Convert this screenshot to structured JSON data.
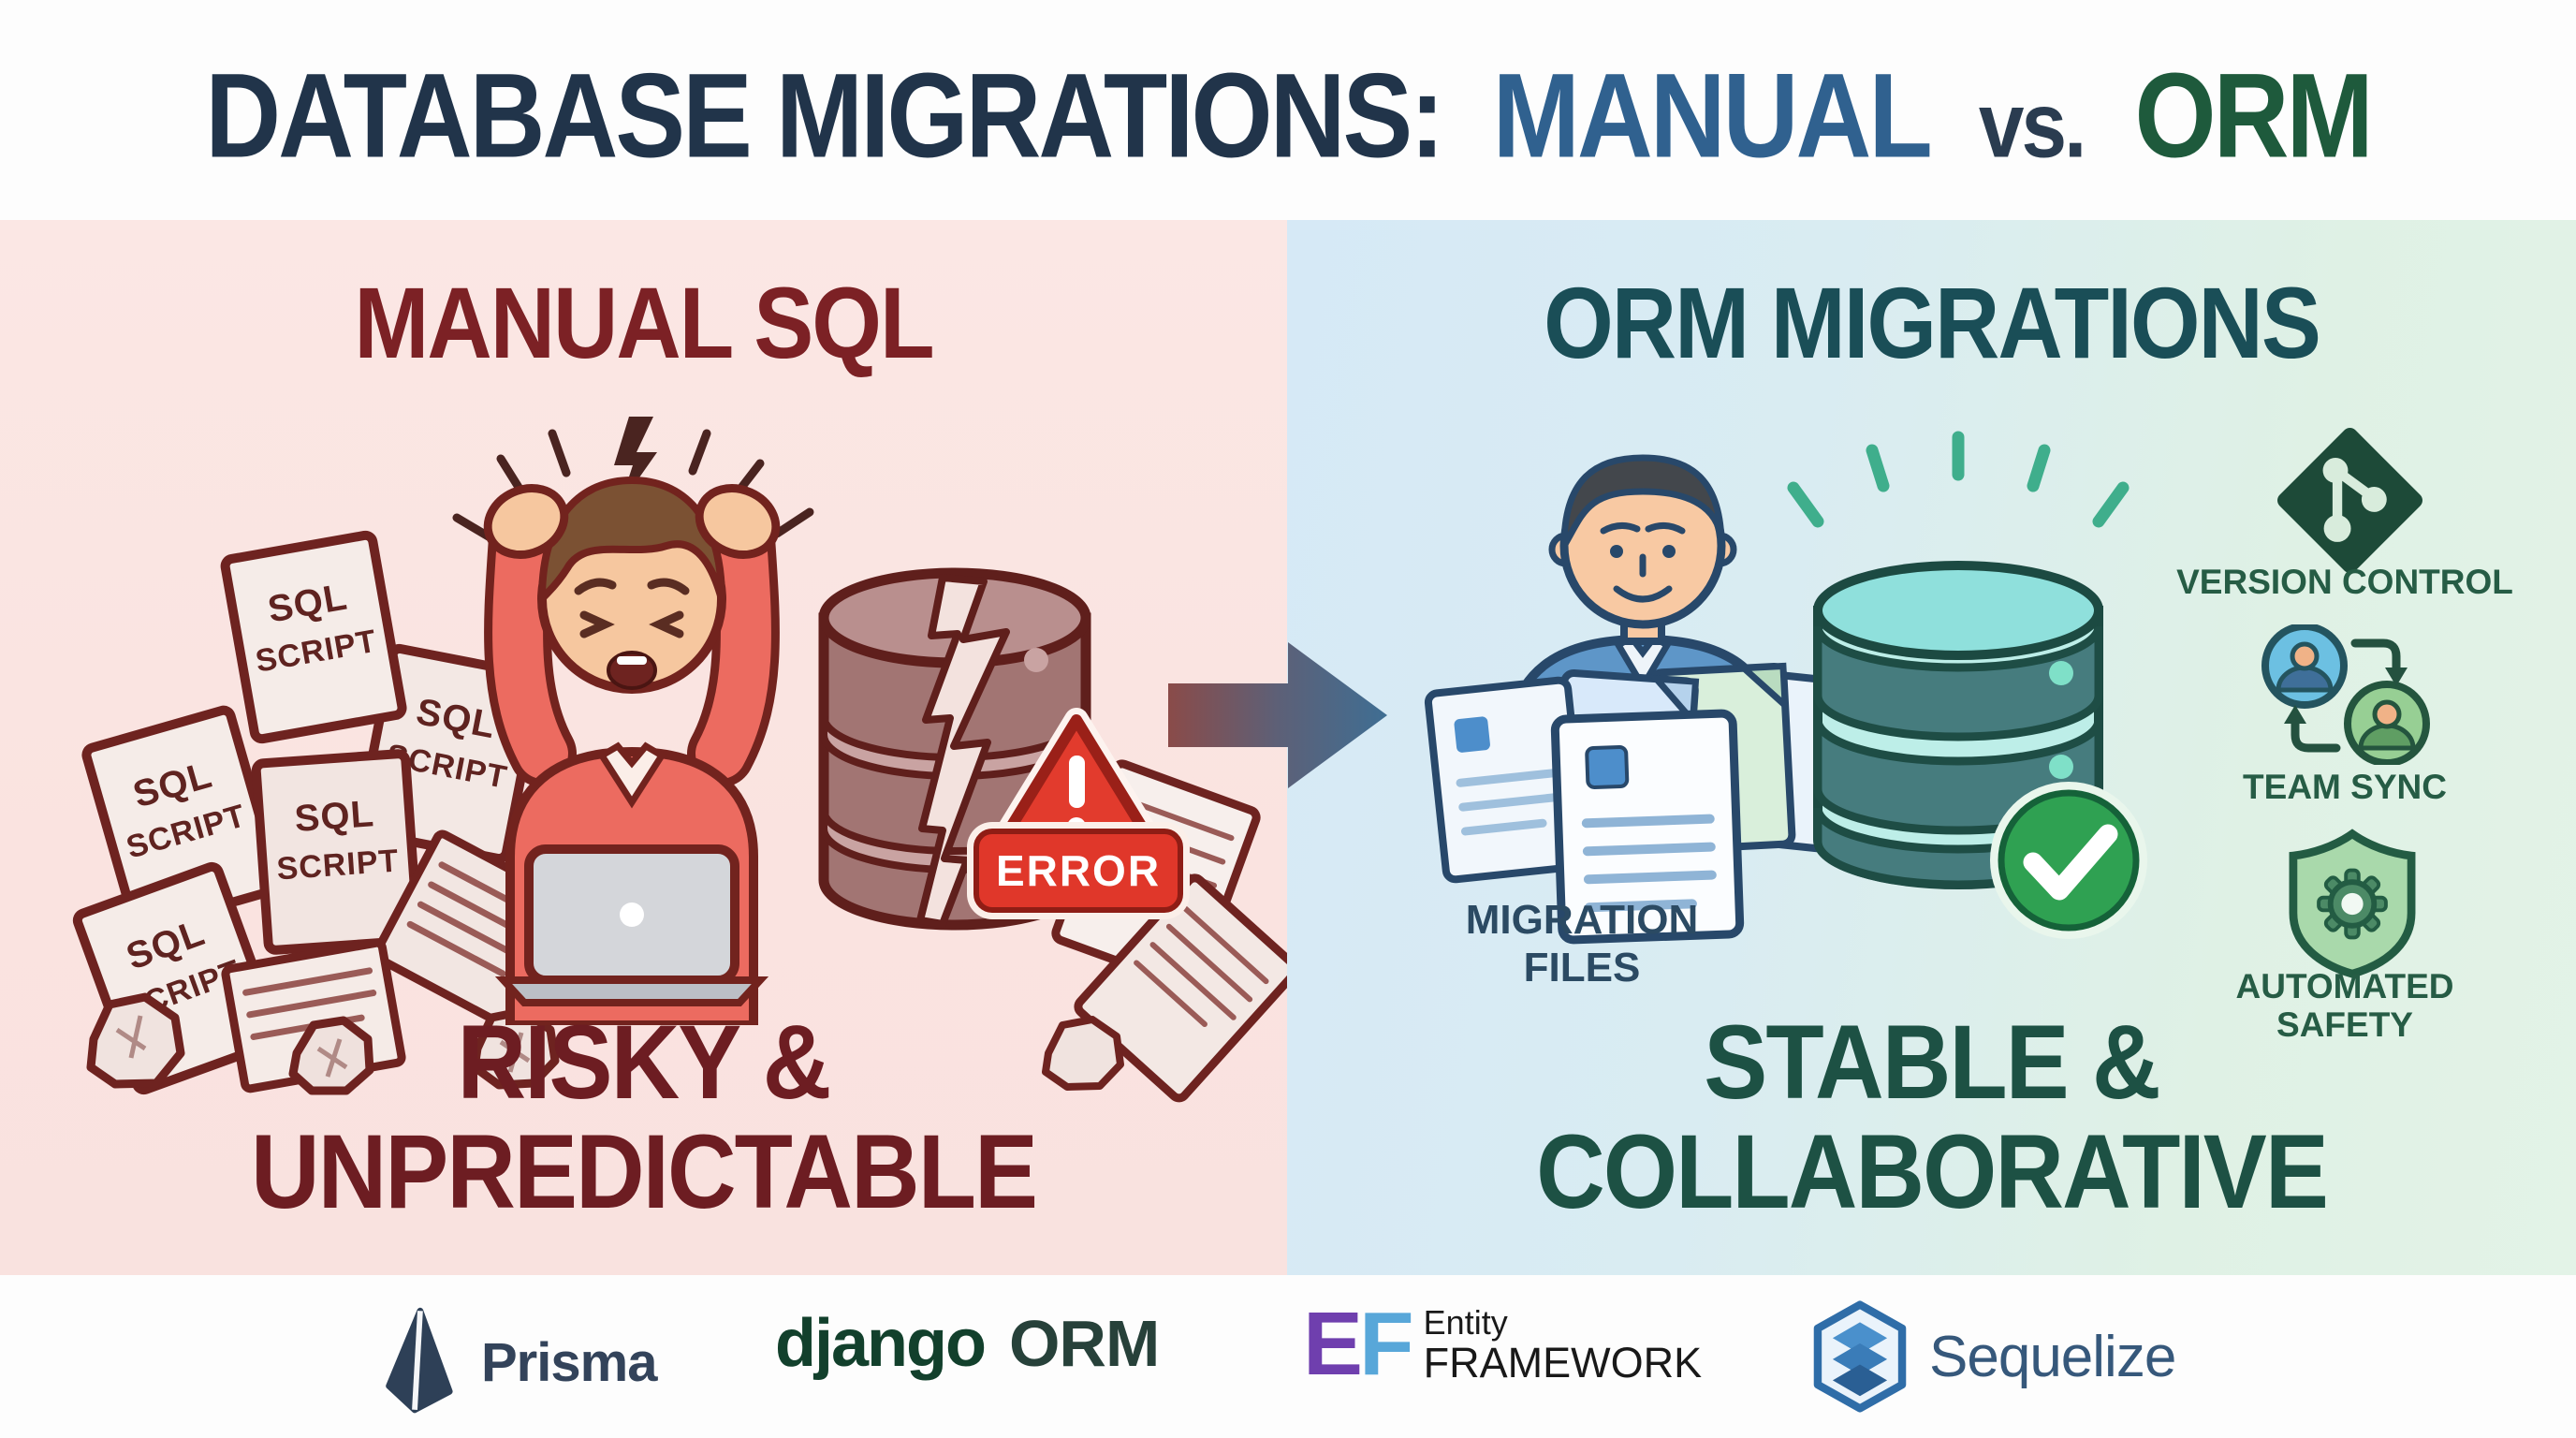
{
  "title": {
    "part_database": "DATABASE MIGRATIONS:",
    "part_manual": "MANUAL",
    "part_vs": "vs.",
    "part_orm": "ORM"
  },
  "left_panel": {
    "heading": "MANUAL SQL",
    "script_line1": "SQL",
    "script_line2": "SCRIPT",
    "error_label": "ERROR",
    "tagline_line1": "RISKY &",
    "tagline_line2": "UNPREDICTABLE"
  },
  "right_panel": {
    "heading": "ORM MIGRATIONS",
    "files_label_line1": "MIGRATION",
    "files_label_line2": "FILES",
    "tagline_line1": "STABLE &",
    "tagline_line2": "COLLABORATIVE",
    "features": [
      {
        "icon": "git-version-control-icon",
        "label": "VERSION CONTROL"
      },
      {
        "icon": "team-sync-icon",
        "label": "TEAM SYNC"
      },
      {
        "icon": "shield-gear-icon",
        "label_line1": "AUTOMATED",
        "label_line2": "SAFETY"
      }
    ]
  },
  "footer": {
    "prisma": "Prisma",
    "django": "django",
    "django_orm": "ORM",
    "ef_e": "E",
    "ef_f": "F",
    "ef_entity": "Entity",
    "ef_framework": "FRAMEWORK",
    "sequelize": "Sequelize"
  },
  "colors": {
    "title_navy": "#21344a",
    "title_blue": "#30618f",
    "title_green": "#1e5a3c",
    "left_panel_bg": "#fae3e0",
    "left_accent": "#7c2125",
    "right_panel_blue": "#d6e9f6",
    "right_panel_green": "#e3f3e7",
    "right_accent": "#1a4e57",
    "error_red": "#e0372a",
    "check_green": "#2fa152"
  }
}
